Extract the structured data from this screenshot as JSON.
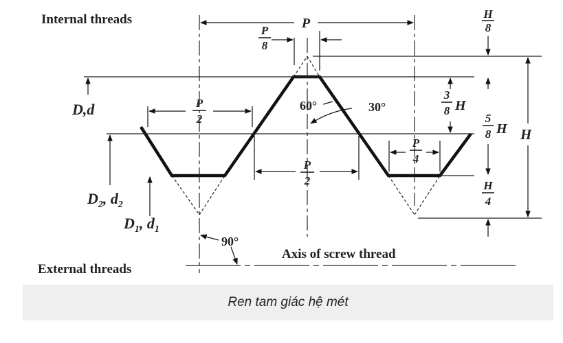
{
  "labels": {
    "internal_threads": "Internal threads",
    "external_threads": "External threads",
    "axis": "Axis of screw thread",
    "P": "P",
    "D_d": "D,d",
    "H": "H",
    "angle_60": "60°",
    "angle_30": "30°",
    "angle_90": "90°"
  },
  "fractions": {
    "H_8": {
      "num": "H",
      "den": "8"
    },
    "P_8": {
      "num": "P",
      "den": "8"
    },
    "P_2_top": {
      "num": "P",
      "den": "2"
    },
    "three_eighths_H": {
      "num": "3",
      "den": "8",
      "suffix": "H"
    },
    "five_eighths_H": {
      "num": "5",
      "den": "8",
      "suffix": "H"
    },
    "P_4": {
      "num": "P",
      "den": "4"
    },
    "P_2_bottom": {
      "num": "P",
      "den": "2"
    },
    "H_4": {
      "num": "H",
      "den": "4"
    }
  },
  "diameters": {
    "D2_d2": {
      "a": "D",
      "a_sub": "2",
      "sep": ", ",
      "b": "d",
      "b_sub": "2"
    },
    "D1_d1": {
      "a": "D",
      "a_sub": "1",
      "sep": ", ",
      "b": "d",
      "b_sub": "1"
    }
  },
  "caption": "Ren tam giác hệ mét"
}
